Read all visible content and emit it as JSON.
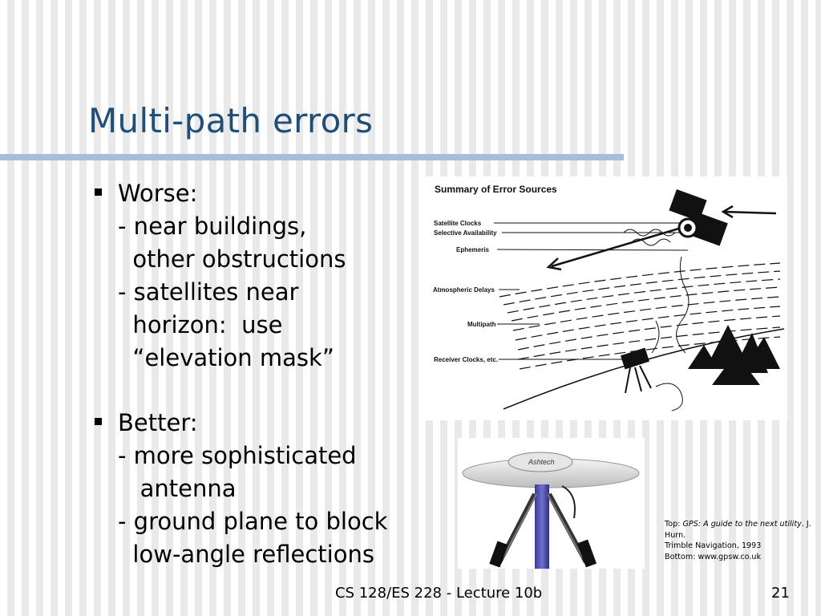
{
  "slide": {
    "title": "Multi-path errors",
    "bullets": [
      {
        "lines": [
          "Worse:",
          "- near buildings,",
          "  other obstructions",
          "- satellites near",
          "  horizon:  use",
          "  “elevation mask”"
        ]
      },
      {
        "lines": [
          "Better:",
          "- more sophisticated",
          "   antenna",
          "- ground plane to block",
          "  low-angle reflections"
        ]
      }
    ],
    "figure_top": {
      "heading": "Summary of Error Sources",
      "labels": [
        "Satellite Clocks",
        "Selective Availability",
        "Ephemeris",
        "Atmospheric Delays",
        "Multipath",
        "Receiver Clocks, etc."
      ]
    },
    "figure_bottom": {
      "brand": "Ashtech"
    },
    "credits": {
      "top_prefix": "Top:  ",
      "top_title": "GPS:  A guide to the next utility",
      "top_rest": ".  J. Hurn.",
      "line2": "Trimble Navigation, 1993",
      "line3": "Bottom:  www.gpsw.co.uk"
    },
    "footer": "CS 128/ES 228 - Lecture 10b",
    "page_number": "21"
  }
}
